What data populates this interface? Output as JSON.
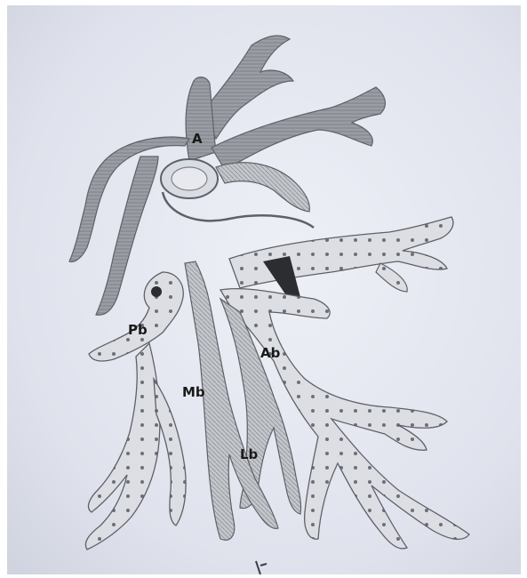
{
  "figure": {
    "labels": {
      "aorta": "A",
      "posterior_bronchus": "Pb",
      "middle_bronchus": "Mb",
      "anterior_bronchus": "Ab",
      "lateral_bronchus": "Lb"
    }
  },
  "colors": {
    "vessel_dark": "#8e9196",
    "vessel_mid": "#b5b8bd",
    "bronchus_fill": "#d7d9de",
    "outline": "#5d6168",
    "dot": "#6b6f76",
    "wedge": "#2b2d31"
  }
}
